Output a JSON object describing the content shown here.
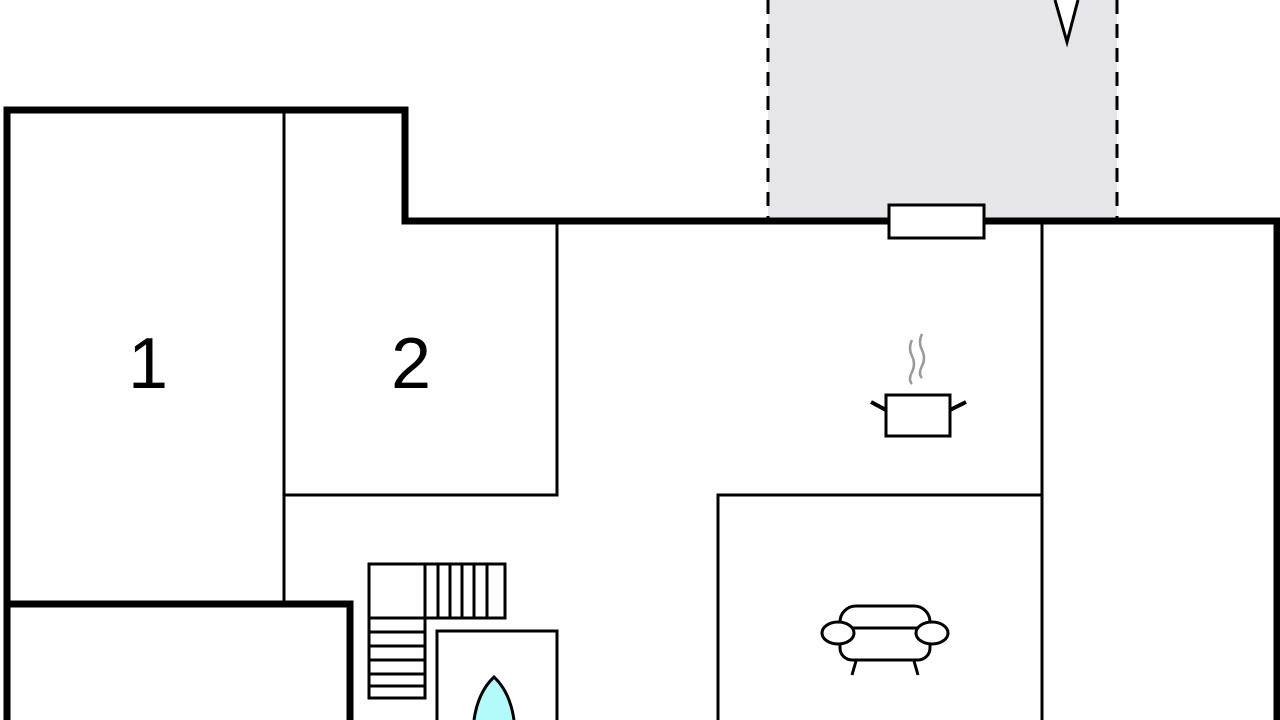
{
  "floorplan": {
    "rooms": [
      {
        "id": "room-1",
        "label": "1"
      },
      {
        "id": "room-2",
        "label": "2"
      }
    ],
    "symbols": [
      "kitchen-pot-icon",
      "armchair-icon",
      "bathroom-drop-icon",
      "staircase",
      "window",
      "terrace-area"
    ],
    "colors": {
      "terrace": "#e5e5ea",
      "water": "#b3fbfb",
      "wall": "#000000"
    }
  }
}
